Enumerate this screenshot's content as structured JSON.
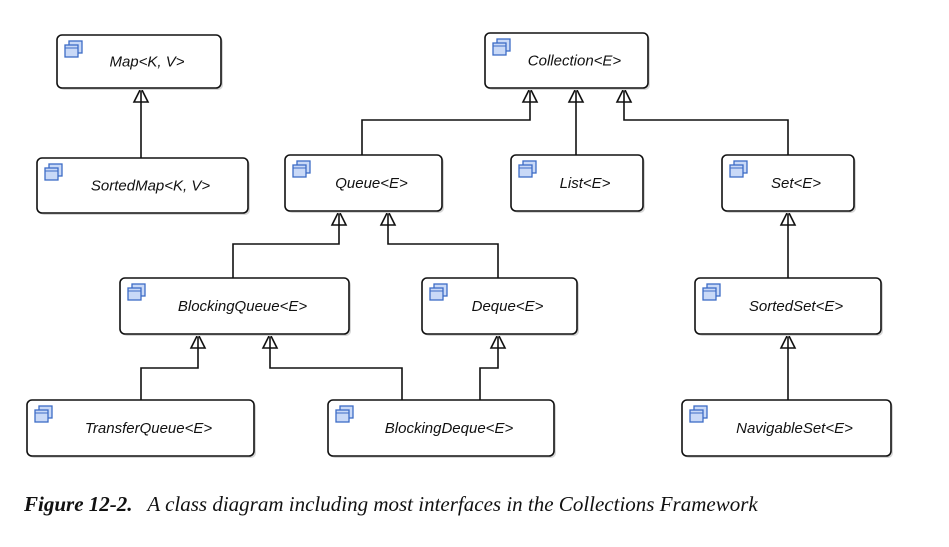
{
  "nodes": {
    "map": "Map<K, V>",
    "sortedmap": "SortedMap<K, V>",
    "collection": "Collection<E>",
    "queue": "Queue<E>",
    "list": "List<E>",
    "set": "Set<E>",
    "blockingqueue": "BlockingQueue<E>",
    "deque": "Deque<E>",
    "sortedset": "SortedSet<E>",
    "transferqueue": "TransferQueue<E>",
    "blockingdeque": "BlockingDeque<E>",
    "navigableset": "NavigableSet<E>"
  },
  "edges": [
    {
      "from": "sortedmap",
      "to": "map"
    },
    {
      "from": "queue",
      "to": "collection"
    },
    {
      "from": "list",
      "to": "collection"
    },
    {
      "from": "set",
      "to": "collection"
    },
    {
      "from": "blockingqueue",
      "to": "queue"
    },
    {
      "from": "deque",
      "to": "queue"
    },
    {
      "from": "sortedset",
      "to": "set"
    },
    {
      "from": "transferqueue",
      "to": "blockingqueue"
    },
    {
      "from": "blockingdeque",
      "to": "blockingqueue"
    },
    {
      "from": "blockingdeque",
      "to": "deque"
    },
    {
      "from": "navigableset",
      "to": "sortedset"
    }
  ],
  "colors": {
    "icon_fill": "#c9d9f7",
    "icon_stroke": "#3d6cc6",
    "line": "#111111"
  },
  "icon": "interface-icon",
  "caption": {
    "figure": "Figure 12-2.",
    "text": "A class diagram including most interfaces in the Collections Framework"
  }
}
